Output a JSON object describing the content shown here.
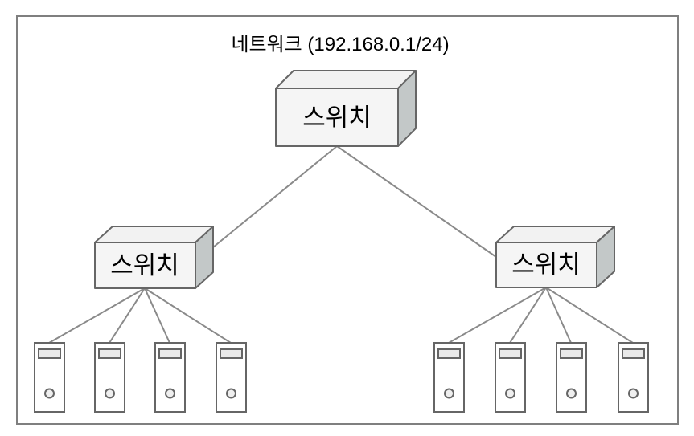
{
  "diagram": {
    "title": "네트워크 (192.168.0.1/24)",
    "root_switch": {
      "label": "스위치"
    },
    "left_switch": {
      "label": "스위치"
    },
    "right_switch": {
      "label": "스위치"
    },
    "left_pc_count": 4,
    "right_pc_count": 4,
    "colors": {
      "frame_border": "#7f7f7f",
      "connector": "#8a8a8a",
      "shape_stroke": "#666666",
      "shape_fill": "#f5f5f5",
      "cube_side_fill": "#c3c8c8",
      "pc_fill": "#ffffff",
      "bay_fill": "#e9e9e9",
      "text": "#000000"
    }
  }
}
